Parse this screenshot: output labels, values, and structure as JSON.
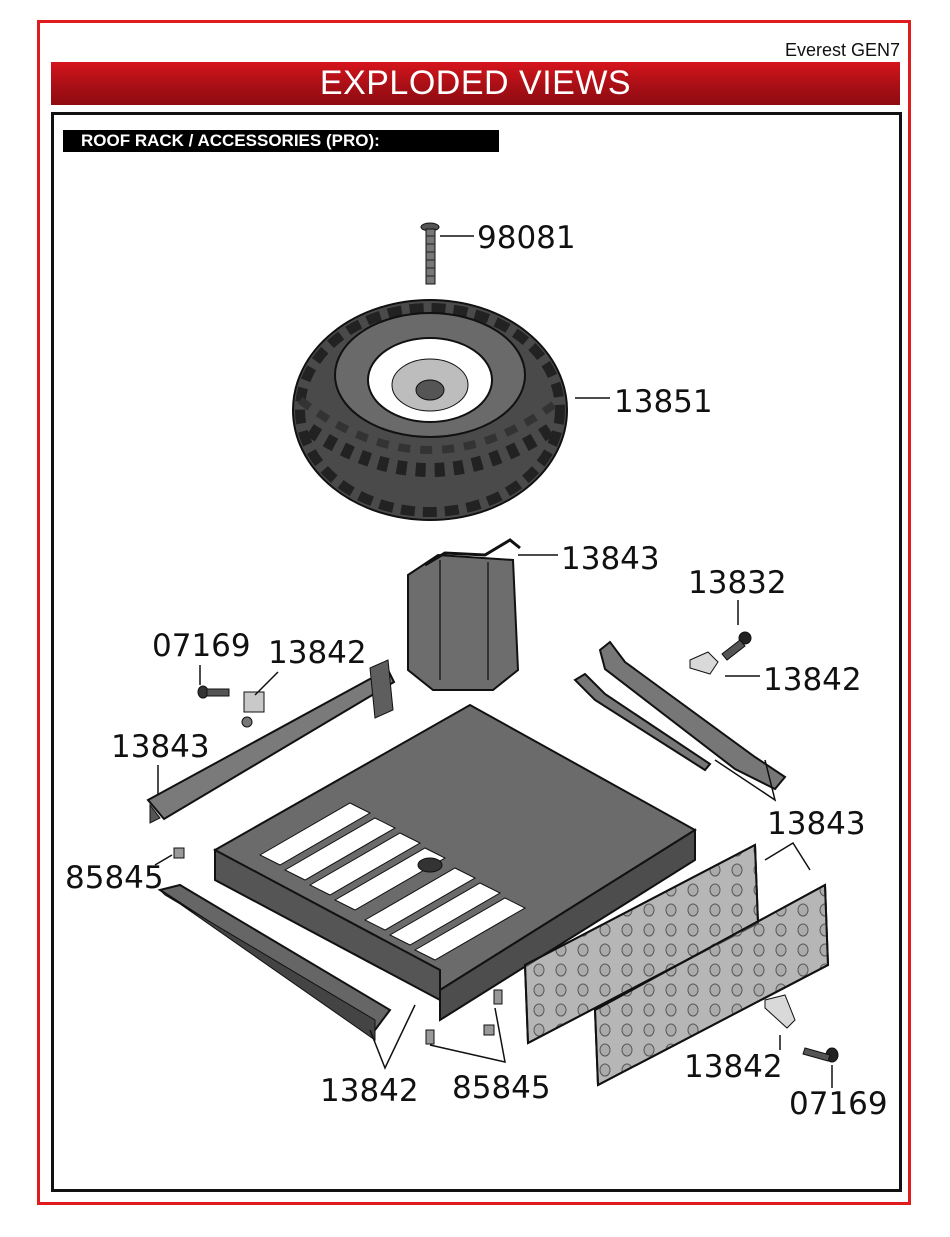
{
  "header": {
    "model": "Everest GEN7",
    "title": "EXPLODED VIEWS",
    "section": "ROOF RACK / ACCESSORIES (PRO):"
  },
  "callouts": {
    "screw_top": "98081",
    "spare_tire": "13851",
    "jerry_cans": "13843",
    "pin_right": "13832",
    "clip_right": "13842",
    "screw_left": "07169",
    "clip_left": "13842",
    "side_rail": "13843",
    "pin_left": "85845",
    "tools_and_ladders": "13843",
    "rack_front": "13842",
    "pins_bottom": "85845",
    "clip_bottom_right": "13842",
    "screw_bottom_right": "07169"
  },
  "colors": {
    "frame_red": "#e01b1b",
    "title_red": "#c3121a",
    "part_gray": "#6e6e6e",
    "part_light": "#a8a8a8"
  }
}
